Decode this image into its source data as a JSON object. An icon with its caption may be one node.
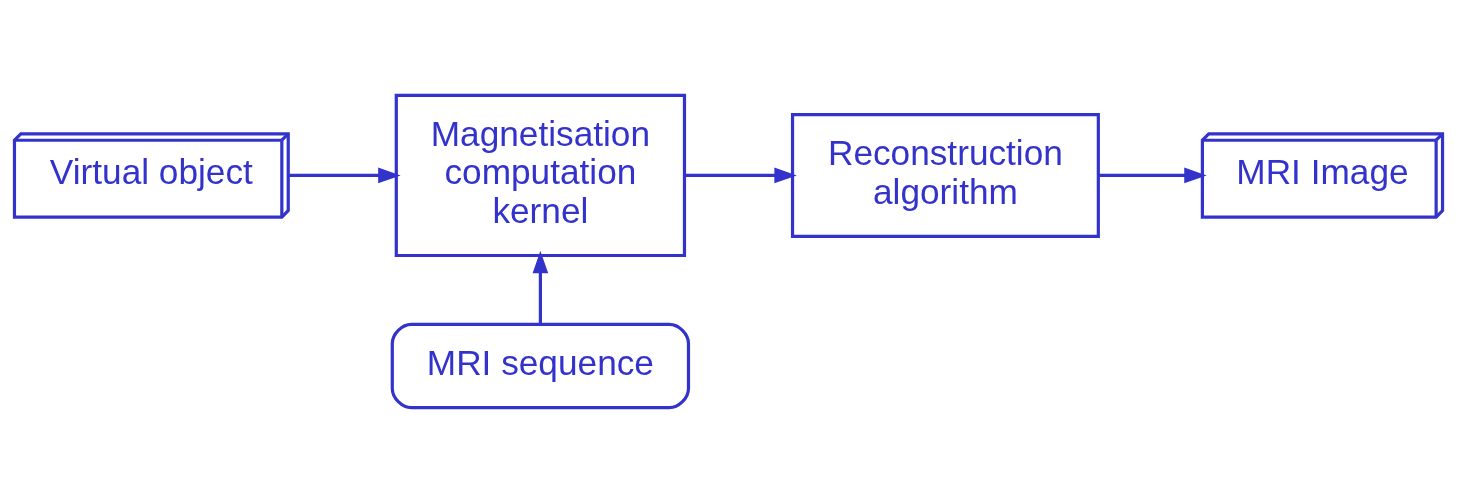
{
  "diagram": {
    "nodes": [
      {
        "text": [
          "Virtual object"
        ]
      },
      {
        "text": [
          "Magnetisation computation kernel"
        ]
      },
      {
        "text": [
          "Reconstruction algorithm"
        ]
      },
      {
        "text": [
          "MRI Image"
        ]
      },
      {
        "text": [
          "MRI sequence"
        ]
      }
    ],
    "edges": [
      {
        "from": 0,
        "to": 1,
        "arrow": "to"
      },
      {
        "from": 1,
        "to": 2,
        "arrow": "to"
      },
      {
        "from": 2,
        "to": 3,
        "arrow": "to"
      },
      {
        "from": 4,
        "to": 1,
        "arrow": "to"
      }
    ]
  }
}
